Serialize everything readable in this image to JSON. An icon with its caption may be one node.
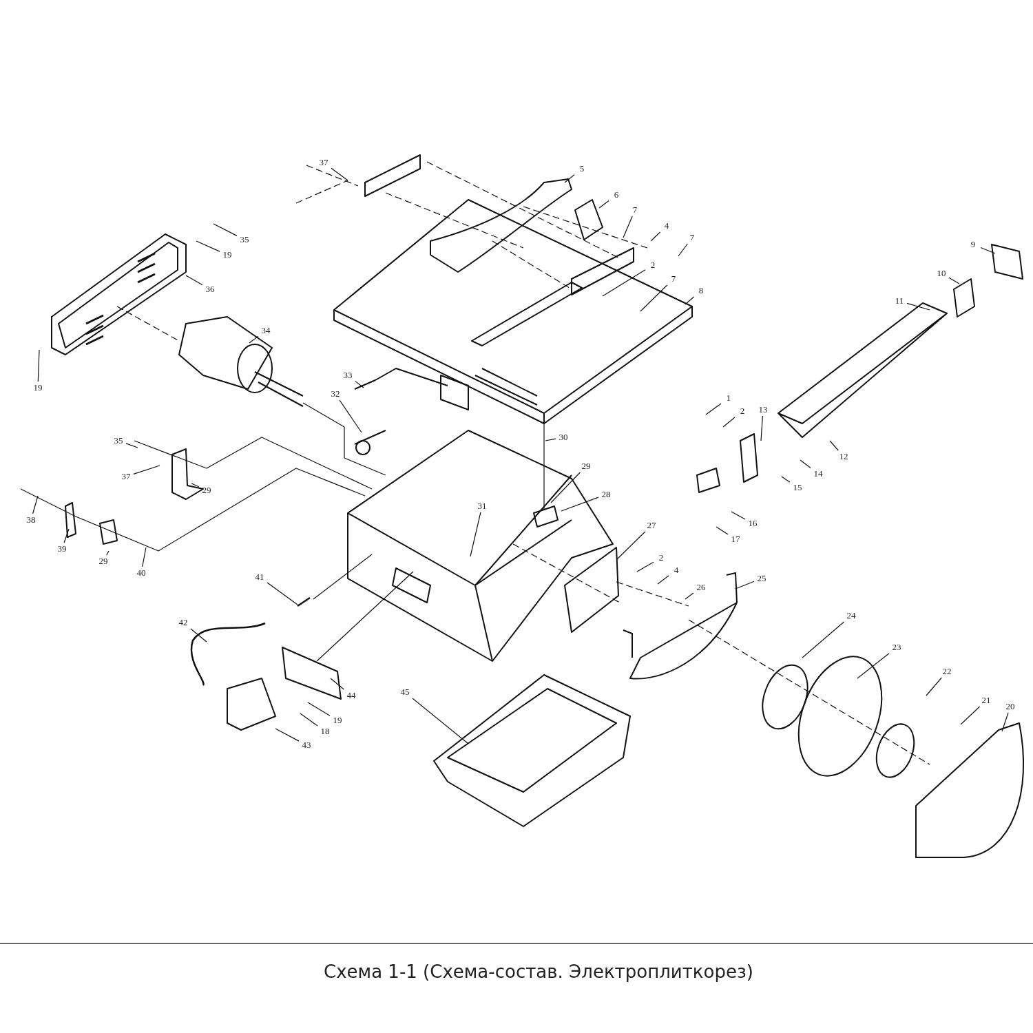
{
  "diagram": {
    "caption": "Схема 1-1 (Схема-состав. Электроплиткорез)",
    "nodes": [
      {
        "text": [
          "37"
        ]
      },
      {
        "text": [
          "35"
        ]
      },
      {
        "text": [
          "19"
        ]
      },
      {
        "text": [
          "36"
        ]
      },
      {
        "text": [
          "34"
        ]
      },
      {
        "text": [
          "19"
        ]
      },
      {
        "text": [
          "5"
        ]
      },
      {
        "text": [
          "6"
        ]
      },
      {
        "text": [
          "7"
        ]
      },
      {
        "text": [
          "4"
        ]
      },
      {
        "text": [
          "7"
        ]
      },
      {
        "text": [
          "2"
        ]
      },
      {
        "text": [
          "7"
        ]
      },
      {
        "text": [
          "8"
        ]
      },
      {
        "text": [
          "9"
        ]
      },
      {
        "text": [
          "10"
        ]
      },
      {
        "text": [
          "11"
        ]
      },
      {
        "text": [
          "1"
        ]
      },
      {
        "text": [
          "2"
        ]
      },
      {
        "text": [
          "13"
        ]
      },
      {
        "text": [
          "12"
        ]
      },
      {
        "text": [
          "14"
        ]
      },
      {
        "text": [
          "15"
        ]
      },
      {
        "text": [
          "16"
        ]
      },
      {
        "text": [
          "17"
        ]
      },
      {
        "text": [
          "33"
        ]
      },
      {
        "text": [
          "32"
        ]
      },
      {
        "text": [
          "30"
        ]
      },
      {
        "text": [
          "35"
        ]
      },
      {
        "text": [
          "37"
        ]
      },
      {
        "text": [
          "29"
        ]
      },
      {
        "text": [
          "38"
        ]
      },
      {
        "text": [
          "39"
        ]
      },
      {
        "text": [
          "29"
        ]
      },
      {
        "text": [
          "40"
        ]
      },
      {
        "text": [
          "29"
        ]
      },
      {
        "text": [
          "31"
        ]
      },
      {
        "text": [
          "28"
        ]
      },
      {
        "text": [
          "27"
        ]
      },
      {
        "text": [
          "2"
        ]
      },
      {
        "text": [
          "4"
        ]
      },
      {
        "text": [
          "26"
        ]
      },
      {
        "text": [
          "41"
        ]
      },
      {
        "text": [
          "42"
        ]
      },
      {
        "text": [
          "25"
        ]
      },
      {
        "text": [
          "24"
        ]
      },
      {
        "text": [
          "23"
        ]
      },
      {
        "text": [
          "22"
        ]
      },
      {
        "text": [
          "21"
        ]
      },
      {
        "text": [
          "20"
        ]
      },
      {
        "text": [
          "44"
        ]
      },
      {
        "text": [
          "19"
        ]
      },
      {
        "text": [
          "18"
        ]
      },
      {
        "text": [
          "43"
        ]
      },
      {
        "text": [
          "45"
        ]
      }
    ],
    "edges": [
      {
        "from": 0,
        "to": null,
        "arrow": "none"
      },
      {
        "from": 1,
        "to": null,
        "arrow": "none"
      },
      {
        "from": 2,
        "to": null,
        "arrow": "none"
      },
      {
        "from": 3,
        "to": null,
        "arrow": "none"
      },
      {
        "from": 4,
        "to": null,
        "arrow": "none"
      },
      {
        "from": 5,
        "to": null,
        "arrow": "none"
      },
      {
        "from": 6,
        "to": null,
        "arrow": "none"
      },
      {
        "from": 7,
        "to": null,
        "arrow": "none"
      },
      {
        "from": 8,
        "to": null,
        "arrow": "none"
      },
      {
        "from": 9,
        "to": null,
        "arrow": "none"
      },
      {
        "from": 10,
        "to": null,
        "arrow": "none"
      },
      {
        "from": 11,
        "to": null,
        "arrow": "none"
      },
      {
        "from": 12,
        "to": null,
        "arrow": "none"
      },
      {
        "from": 13,
        "to": null,
        "arrow": "none"
      },
      {
        "from": 14,
        "to": null,
        "arrow": "none"
      },
      {
        "from": 15,
        "to": null,
        "arrow": "none"
      },
      {
        "from": 16,
        "to": null,
        "arrow": "none"
      },
      {
        "from": 17,
        "to": null,
        "arrow": "none"
      },
      {
        "from": 18,
        "to": null,
        "arrow": "none"
      },
      {
        "from": 19,
        "to": null,
        "arrow": "none"
      },
      {
        "from": 20,
        "to": null,
        "arrow": "none"
      },
      {
        "from": 21,
        "to": null,
        "arrow": "none"
      },
      {
        "from": 22,
        "to": null,
        "arrow": "none"
      },
      {
        "from": 23,
        "to": null,
        "arrow": "none"
      },
      {
        "from": 24,
        "to": null,
        "arrow": "none"
      },
      {
        "from": 25,
        "to": null,
        "arrow": "none"
      },
      {
        "from": 26,
        "to": null,
        "arrow": "none"
      },
      {
        "from": 27,
        "to": null,
        "arrow": "none"
      },
      {
        "from": 28,
        "to": null,
        "arrow": "none"
      },
      {
        "from": 29,
        "to": null,
        "arrow": "none"
      },
      {
        "from": 30,
        "to": null,
        "arrow": "none"
      },
      {
        "from": 31,
        "to": null,
        "arrow": "none"
      },
      {
        "from": 32,
        "to": null,
        "arrow": "none"
      },
      {
        "from": 33,
        "to": null,
        "arrow": "none"
      },
      {
        "from": 34,
        "to": null,
        "arrow": "none"
      },
      {
        "from": 35,
        "to": null,
        "arrow": "none"
      },
      {
        "from": 36,
        "to": null,
        "arrow": "none"
      },
      {
        "from": 37,
        "to": null,
        "arrow": "none"
      },
      {
        "from": 38,
        "to": null,
        "arrow": "none"
      },
      {
        "from": 39,
        "to": null,
        "arrow": "none"
      },
      {
        "from": 40,
        "to": null,
        "arrow": "none"
      },
      {
        "from": 41,
        "to": null,
        "arrow": "none"
      },
      {
        "from": 42,
        "to": null,
        "arrow": "none"
      },
      {
        "from": 43,
        "to": null,
        "arrow": "none"
      },
      {
        "from": 44,
        "to": null,
        "arrow": "none"
      },
      {
        "from": 45,
        "to": null,
        "arrow": "none"
      },
      {
        "from": 46,
        "to": null,
        "arrow": "none"
      },
      {
        "from": 47,
        "to": null,
        "arrow": "none"
      },
      {
        "from": 48,
        "to": null,
        "arrow": "none"
      },
      {
        "from": 49,
        "to": null,
        "arrow": "none"
      },
      {
        "from": 50,
        "to": null,
        "arrow": "none"
      },
      {
        "from": 51,
        "to": null,
        "arrow": "none"
      },
      {
        "from": 52,
        "to": null,
        "arrow": "none"
      },
      {
        "from": 53,
        "to": null,
        "arrow": "none"
      },
      {
        "from": 54,
        "to": null,
        "arrow": "none"
      }
    ]
  }
}
